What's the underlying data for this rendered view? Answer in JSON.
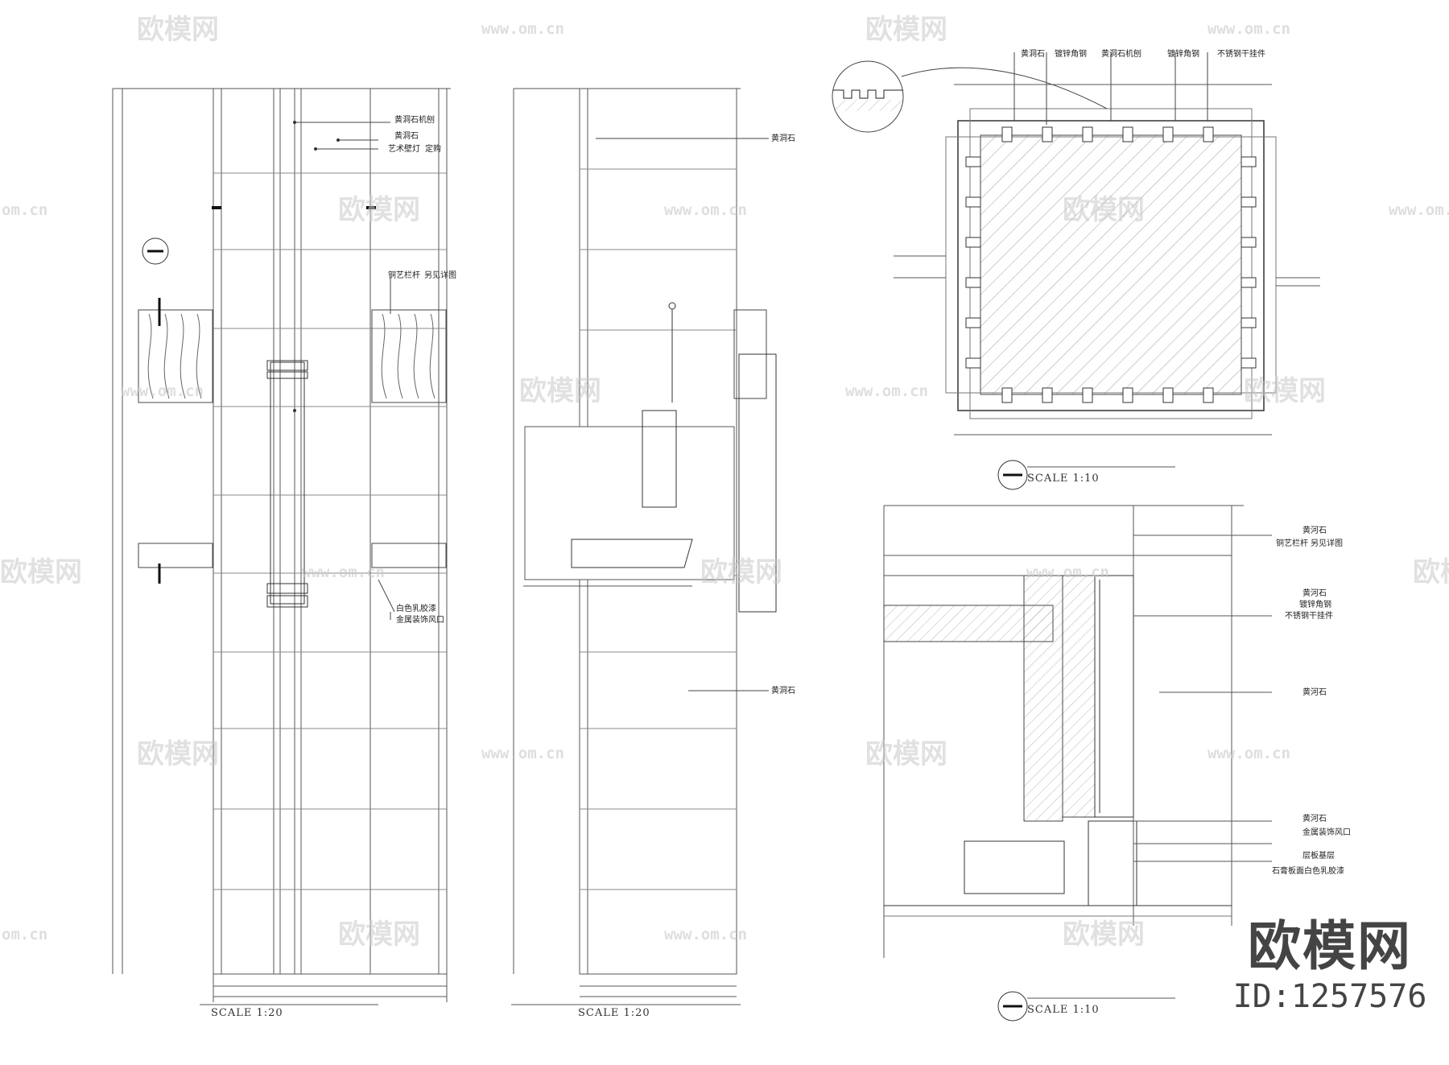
{
  "watermark": {
    "logo_text": "欧模网",
    "url_text": "www.om.cn",
    "url_fragment": "om.cn"
  },
  "brand": {
    "logo": "欧模网",
    "id": "ID:1257576"
  },
  "drawings": {
    "elev_a": {
      "scale": "SCALE   1:20",
      "labels": [
        "黄洞石机刨",
        "黄洞石",
        "艺术壁灯",
        "定购",
        "铜艺栏杆",
        "另见详图",
        "白色乳胶漆",
        "金属装饰风口"
      ]
    },
    "elev_b": {
      "scale": "SCALE   1:20",
      "labels": [
        "黄洞石",
        "黄洞石"
      ]
    },
    "plan": {
      "scale": "SCALE   1:10",
      "labels": [
        "黄洞石",
        "镀锌角钢",
        "黄洞石机刨",
        "镀锌角钢",
        "不锈钢干挂件"
      ]
    },
    "section": {
      "scale": "SCALE   1:10",
      "labels": [
        "黄河石",
        "铜艺栏杆",
        "另见详图",
        "黄河石",
        "镀锌角钢",
        "不锈钢干挂件",
        "黄河石",
        "黄河石",
        "金属装饰风口",
        "层板基层",
        "石膏板面白色乳胶漆"
      ]
    }
  }
}
